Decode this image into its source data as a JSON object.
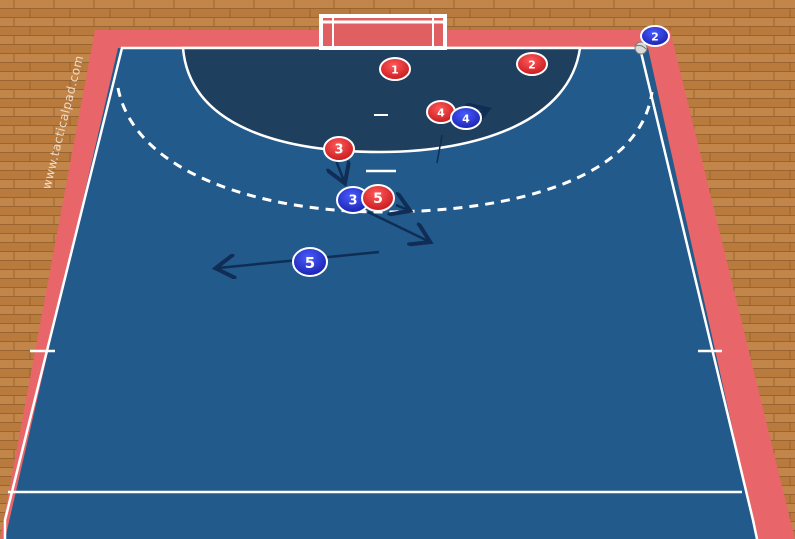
{
  "watermark": "www.tacticalpad.com",
  "colors": {
    "court": "#235a8c",
    "goal_area": "#1f3f5f",
    "border": "#e8666a",
    "floor": "#b5763a",
    "team_red": "#e0262a",
    "team_blue": "#2430d0",
    "arrow": "#0f2d55"
  },
  "players": [
    {
      "id": "red-1",
      "team": "red",
      "label": "1"
    },
    {
      "id": "red-2",
      "team": "red",
      "label": "2"
    },
    {
      "id": "red-3",
      "team": "red",
      "label": "3"
    },
    {
      "id": "red-4",
      "team": "red",
      "label": "4"
    },
    {
      "id": "red-5",
      "team": "red",
      "label": "5"
    },
    {
      "id": "blue-2",
      "team": "blue",
      "label": "2"
    },
    {
      "id": "blue-3",
      "team": "blue",
      "label": "3"
    },
    {
      "id": "blue-4",
      "team": "blue",
      "label": "4"
    },
    {
      "id": "blue-5",
      "team": "blue",
      "label": "5"
    }
  ],
  "ball_icon": "handball-icon"
}
